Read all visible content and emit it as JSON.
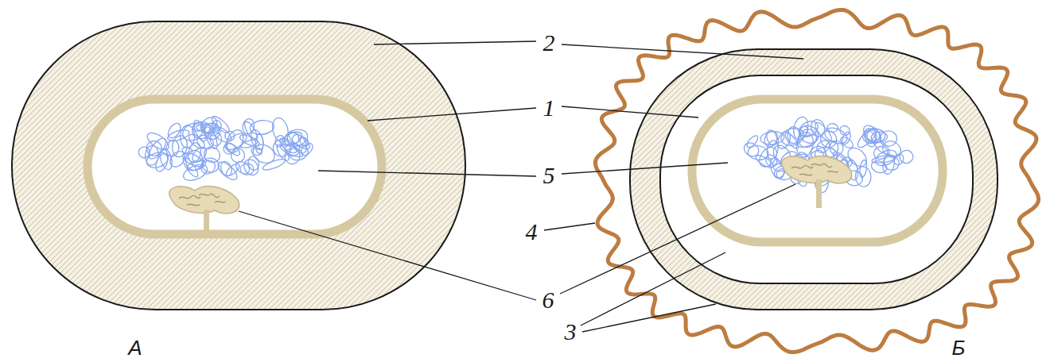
{
  "diagram": {
    "labels": [
      "2",
      "1",
      "5",
      "4",
      "6",
      "3",
      "А",
      "Б"
    ]
  }
}
